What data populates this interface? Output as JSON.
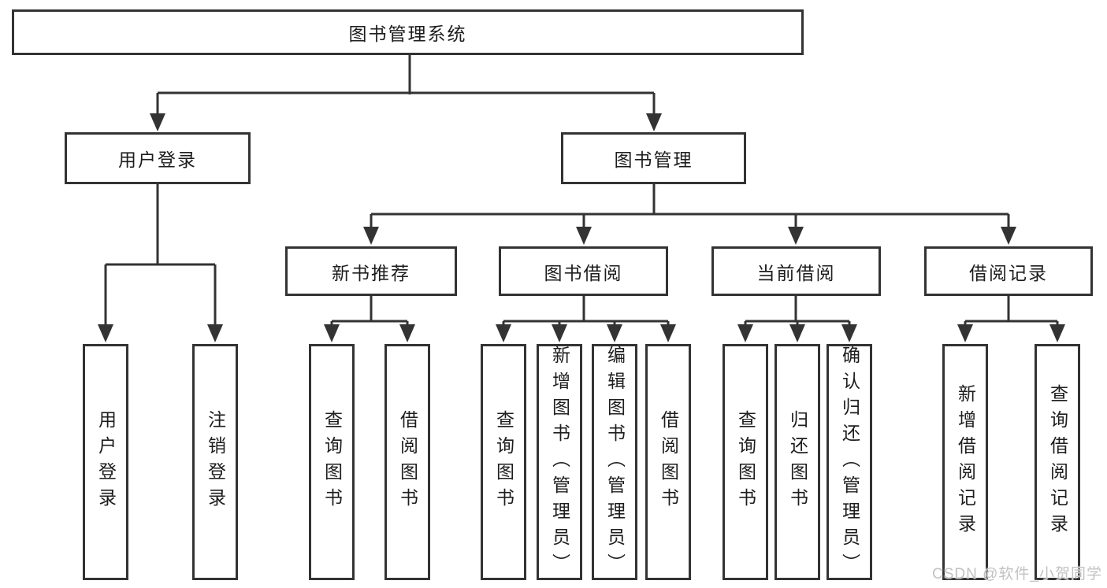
{
  "tree": {
    "label": "图书管理系统",
    "children": [
      {
        "label": "用户登录",
        "children": [
          {
            "label": "用户登录"
          },
          {
            "label": "注销登录"
          }
        ]
      },
      {
        "label": "图书管理",
        "children": [
          {
            "label": "新书推荐",
            "children": [
              {
                "label": "查询图书"
              },
              {
                "label": "借阅图书"
              }
            ]
          },
          {
            "label": "图书借阅",
            "children": [
              {
                "label": "查询图书"
              },
              {
                "label": "新增图书（管理员）"
              },
              {
                "label": "编辑图书（管理员）"
              },
              {
                "label": "借阅图书"
              }
            ]
          },
          {
            "label": "当前借阅",
            "children": [
              {
                "label": "查询图书"
              },
              {
                "label": "归还图书"
              },
              {
                "label": "确认归还（管理员）"
              }
            ]
          },
          {
            "label": "借阅记录",
            "children": [
              {
                "label": "新增借阅记录"
              },
              {
                "label": "查询借阅记录"
              }
            ]
          }
        ]
      }
    ]
  },
  "colors": {
    "line": "#333333",
    "text": "#1d1d1d",
    "background": "#ffffff",
    "watermark": "#c2c2c2"
  },
  "watermark": "CSDN @软件_小贺同学"
}
